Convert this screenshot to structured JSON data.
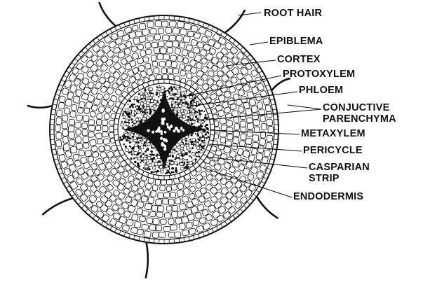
{
  "labels": {
    "root_hair": "ROOT HAIR",
    "epiblema": "EPIBLEMA",
    "cortex": "CORTEX",
    "protoxylem": "PROTOXYLEM",
    "phloem": "PHLOEM",
    "conjuctive_1": "CONJUCTIVE",
    "conjuctive_2": "PARENCHYMA",
    "metaxylem": "METAXYLEM",
    "pericycle": "PERICYCLE",
    "casparian_1": "CASPARIAN",
    "casparian_2": "STRIP",
    "endodermis": "ENDODERMIS"
  },
  "colors": {
    "ink": "#111111",
    "paper": "#ffffff"
  }
}
